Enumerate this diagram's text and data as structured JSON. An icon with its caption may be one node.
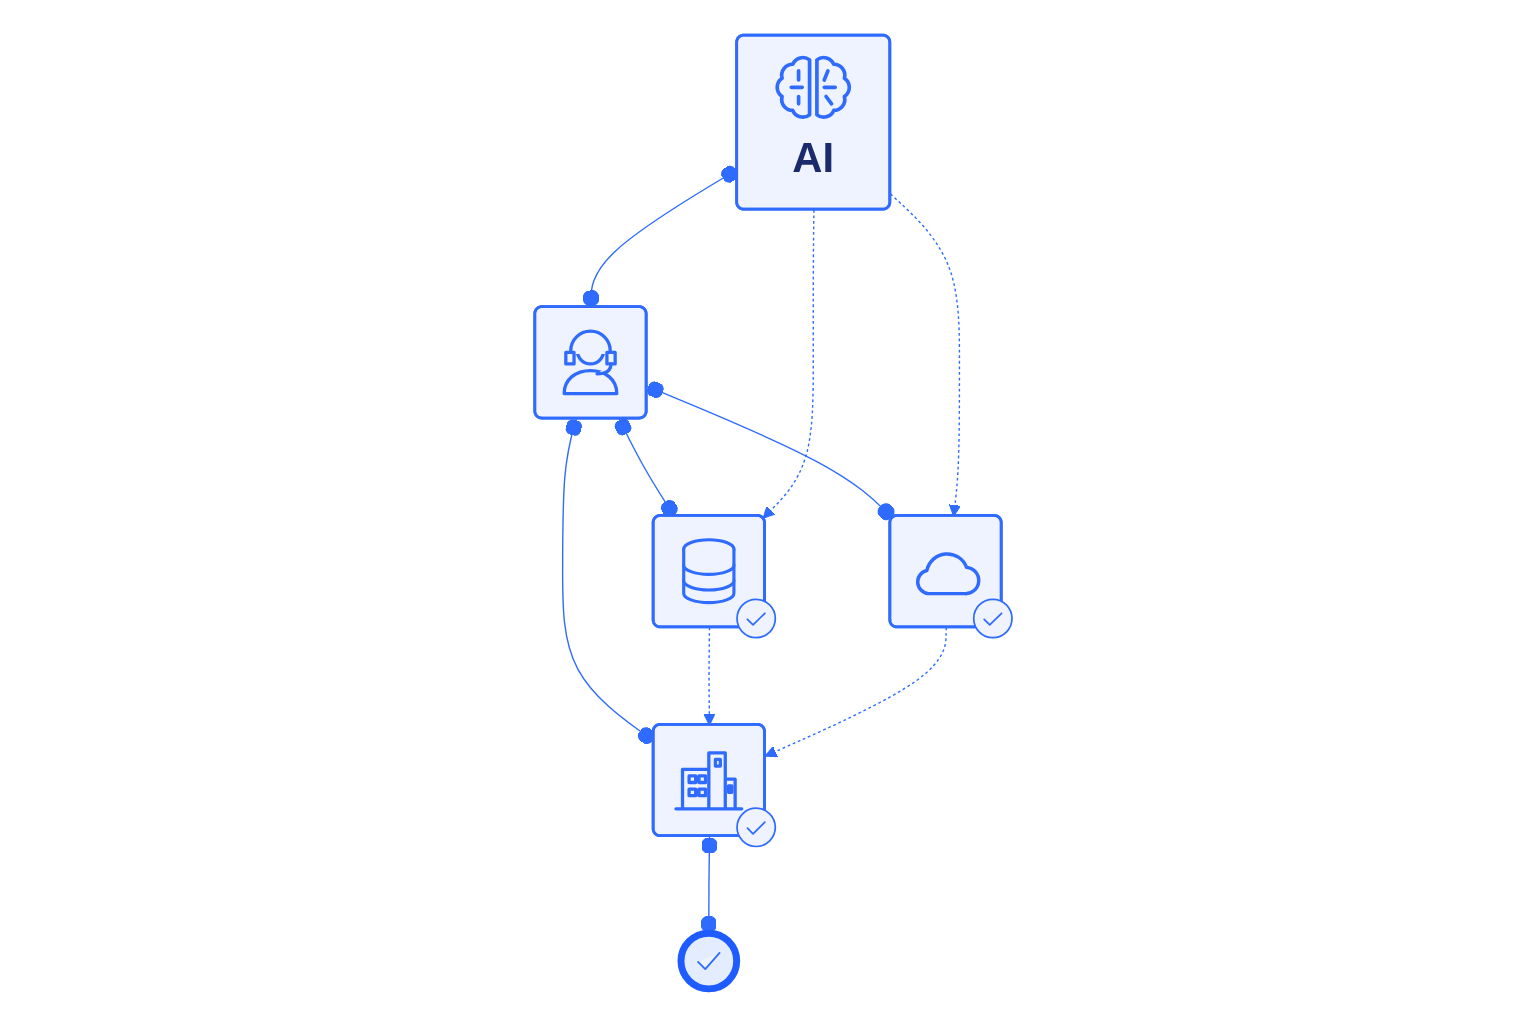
{
  "diagram": {
    "nodes": [
      {
        "text": [
          "AI"
        ]
      },
      {
        "text": [],
        "shape": "box"
      },
      {
        "text": [],
        "shape": "box"
      },
      {
        "text": [],
        "shape": "box"
      },
      {
        "text": [],
        "shape": "box"
      },
      {
        "text": [],
        "shape": "circle"
      }
    ],
    "edges": [
      {
        "from": 0,
        "to": 2,
        "arrow": "other"
      },
      {
        "from": 2,
        "to": 1,
        "arrow": "other"
      },
      {
        "from": 2,
        "to": 3,
        "arrow": "other"
      },
      {
        "from": 2,
        "to": 4,
        "arrow": "other"
      },
      {
        "from": 4,
        "to": 5,
        "arrow": "other"
      },
      {
        "from": 0,
        "to": 1,
        "arrow": "to",
        "style": "dashed"
      },
      {
        "from": 0,
        "to": 3,
        "arrow": "to",
        "style": "dashed"
      },
      {
        "from": 1,
        "to": 4,
        "arrow": "to",
        "style": "dashed"
      },
      {
        "from": 3,
        "to": 4,
        "arrow": "to",
        "style": "dashed"
      }
    ]
  }
}
